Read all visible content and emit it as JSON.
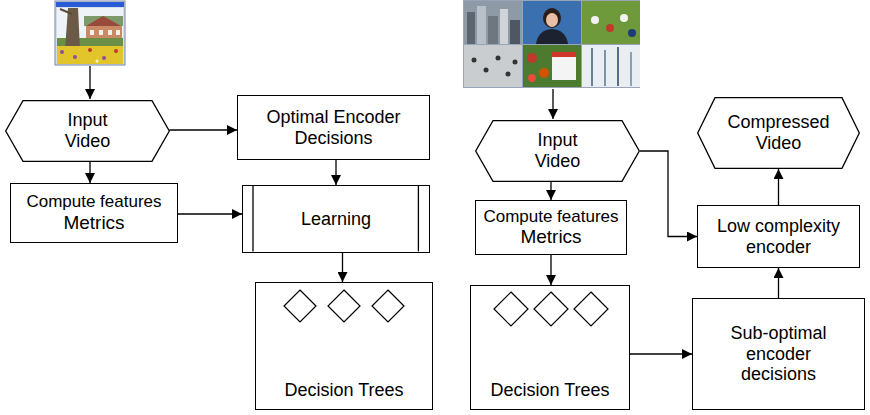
{
  "diagram": {
    "nodes": [
      {
        "text": [
          "Input Video"
        ]
      },
      {
        "text": [
          "Optimal Encoder Decisions"
        ]
      },
      {
        "text": [
          "Compute features",
          "Metrics"
        ]
      },
      {
        "text": [
          "Learning"
        ]
      },
      {
        "text": [
          "Decision Trees"
        ]
      },
      {
        "text": [
          "Input Video"
        ]
      },
      {
        "text": [
          "Compressed Video"
        ]
      },
      {
        "text": [
          "Compute features",
          "Metrics"
        ]
      },
      {
        "text": [
          "Low complexity encoder"
        ]
      },
      {
        "text": [
          "Decision Trees"
        ]
      },
      {
        "text": [
          "Sub-optimal encoder decisions"
        ]
      }
    ],
    "edges": [
      {
        "from": 0,
        "to": 1,
        "arrow": "to"
      },
      {
        "from": 0,
        "to": 2,
        "arrow": "to"
      },
      {
        "from": 1,
        "to": 3,
        "arrow": "to"
      },
      {
        "from": 2,
        "to": 3,
        "arrow": "to"
      },
      {
        "from": 3,
        "to": 4,
        "arrow": "to"
      },
      {
        "from": 5,
        "to": 7,
        "arrow": "to"
      },
      {
        "from": 5,
        "to": 8,
        "arrow": "to"
      },
      {
        "from": 7,
        "to": 9,
        "arrow": "to"
      },
      {
        "from": 9,
        "to": 10,
        "arrow": "to"
      },
      {
        "from": 10,
        "to": 8,
        "arrow": "to"
      },
      {
        "from": 8,
        "to": 6,
        "arrow": "to"
      }
    ]
  }
}
